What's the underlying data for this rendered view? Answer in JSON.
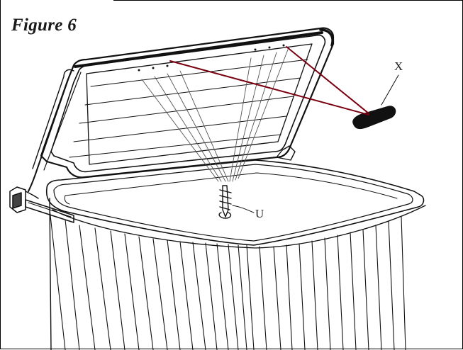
{
  "figure": {
    "title": "Figure 6",
    "callouts": {
      "x": "X",
      "u": "U"
    }
  }
}
